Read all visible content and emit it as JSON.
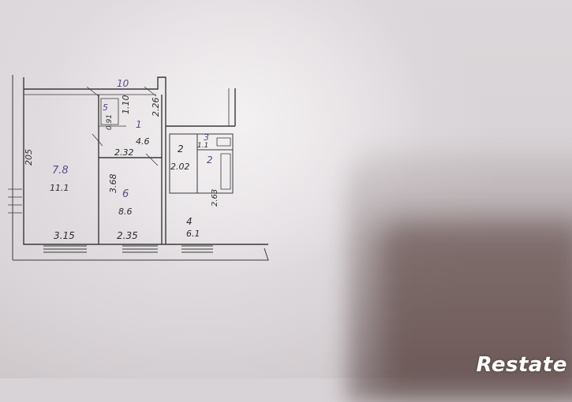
{
  "watermark": "Restate",
  "plan": {
    "top_width": "10",
    "left_height": "205",
    "living_room": {
      "number": "7.8",
      "area": "11.1",
      "width": "3.15"
    },
    "bedroom": {
      "number": "6",
      "area": "8.6",
      "height": "3.68",
      "width": "2.35"
    },
    "corridor": {
      "number": "1",
      "area": "4.6",
      "dim1": "1.10",
      "dim2": "2.26",
      "dim3": "2.32"
    },
    "closet": {
      "number": "5",
      "dim": "0.91"
    },
    "bathroom": {
      "number": "2",
      "dim": "2.02"
    },
    "wc": {
      "number": "3",
      "dim": "1.1"
    },
    "kitchen_note": {
      "number": "2",
      "dim": "2.63"
    },
    "kitchen": {
      "number": "4",
      "area": "6.1"
    }
  }
}
